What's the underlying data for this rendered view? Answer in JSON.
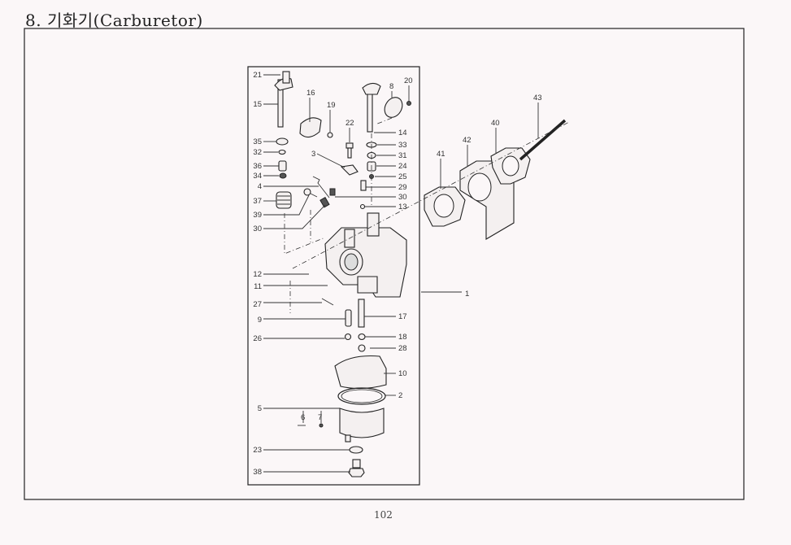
{
  "header": {
    "title": "8. 기화기(Carburetor)"
  },
  "footer": {
    "page_number": "102"
  },
  "diagram": {
    "callouts_left": [
      "21",
      "15",
      "35",
      "32",
      "36",
      "34",
      "4",
      "37",
      "39",
      "30",
      "12",
      "11",
      "27",
      "9",
      "26",
      "5",
      "23",
      "38"
    ],
    "callouts_top": [
      "16",
      "19",
      "22",
      "3",
      "8",
      "20",
      "6",
      "7"
    ],
    "callouts_right": [
      "14",
      "33",
      "31",
      "24",
      "25",
      "29",
      "30",
      "13",
      "17",
      "18",
      "28",
      "10",
      "2",
      "1"
    ],
    "callouts_manifold": [
      "41",
      "42",
      "40",
      "43"
    ]
  }
}
